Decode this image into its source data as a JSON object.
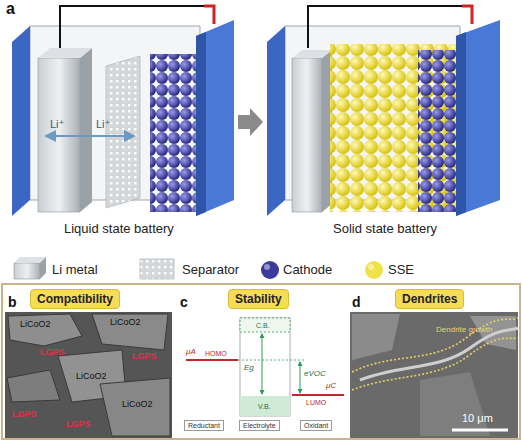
{
  "diagram": {
    "nodes": [
      {
        "text": [
          "Compatibility"
        ]
      },
      {
        "text": [
          "Stability"
        ]
      },
      {
        "text": [
          "Dendrites"
        ]
      },
      {
        "text": [
          "Reductant"
        ]
      },
      {
        "text": [
          "Electrolyte"
        ]
      },
      {
        "text": [
          "Oxidant"
        ]
      }
    ],
    "labels": [
      "a",
      "Li⁺",
      "Li⁺",
      "Liquid state battery",
      "Solid state battery",
      "b",
      "LiCoO2",
      "LiCoO2",
      "LGPS",
      "LGPS",
      "LiCoO2",
      "LiCoO2",
      "LGPS",
      "LGPS",
      "c",
      "μA",
      "HOMO",
      "C.B.",
      "Eg",
      "eVOC",
      "LUMO",
      "μC",
      "V.B.",
      "d",
      "Dendrite growth",
      "10 μm"
    ],
    "legend": [
      {
        "text": "Li metal"
      },
      {
        "text": "Separator"
      },
      {
        "text": "Cathode",
        "color": "#3b3b9e"
      },
      {
        "text": "SSE",
        "color": "#f2e24a"
      }
    ]
  }
}
